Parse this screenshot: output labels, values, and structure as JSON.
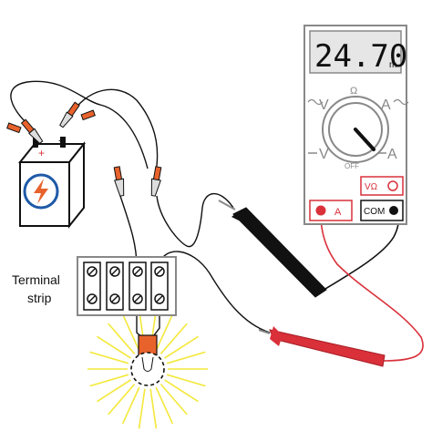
{
  "multimeter": {
    "reading": "24.70",
    "reading_unit": "m",
    "dial_top": "Ω",
    "dial_left_top": "V",
    "dial_right_top": "A",
    "dial_left_bottom": "V",
    "dial_right_bottom": "A",
    "dial_off": "OFF",
    "jack_a": "A",
    "jack_vohm": "VΩ",
    "jack_com": "COM"
  },
  "battery": {
    "plus": "+",
    "minus": "−"
  },
  "terminal_strip": {
    "label_line1": "Terminal",
    "label_line2": "strip"
  },
  "colors": {
    "red_probe": "#d9303a",
    "black_probe": "#111111",
    "clip": "#e8622c",
    "bolt": "#e8622c",
    "lamp_rays": "#f4e83a"
  }
}
